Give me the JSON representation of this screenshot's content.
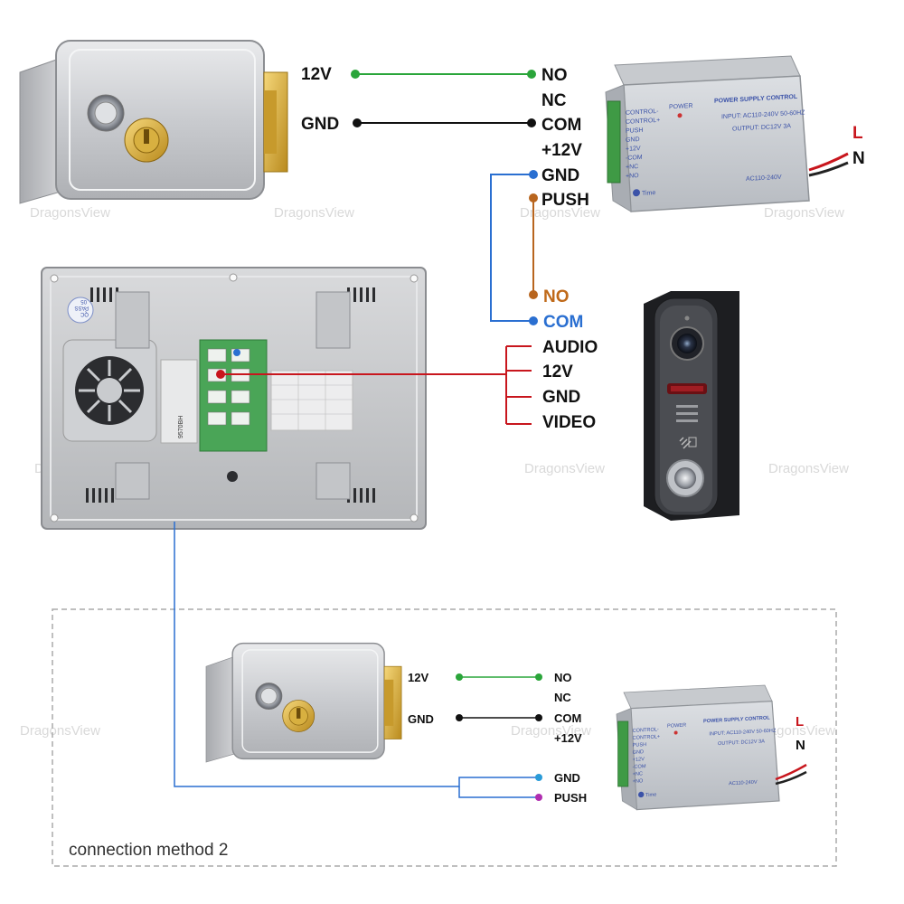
{
  "watermark": "DragonsView",
  "colors": {
    "green": "#2aa53a",
    "black": "#111111",
    "blue": "#2a6fd1",
    "orange": "#b8651e",
    "red": "#c8161d",
    "magenta": "#b02eb0"
  },
  "main": {
    "lock_terminals": [
      "12V",
      "GND"
    ],
    "psu_terminals": [
      "NO",
      "NC",
      "COM",
      "+12V",
      "GND",
      "PUSH"
    ],
    "doorbell_terminals": [
      "NO",
      "COM"
    ],
    "monitor_terminals": [
      "AUDIO",
      "12V",
      "GND",
      "VIDEO"
    ],
    "mains": [
      "L",
      "N"
    ]
  },
  "psu_label": {
    "title": "POWER SUPPLY CONTROL",
    "input": "INPUT: AC110-240V 50-60HZ",
    "output": "OUTPUT: DC12V 3A",
    "model": "AC110-240V",
    "power": "POWER",
    "time": "Time",
    "side": [
      "CONTROL-",
      "CONTROL+",
      "PUSH",
      "GND",
      "+12V",
      "-COM",
      "+NC",
      "+NO"
    ]
  },
  "monitor_label": {
    "stamp": [
      "QC",
      "PASS",
      "05"
    ],
    "model": "9570BH"
  },
  "method2": {
    "caption": "connection method 2",
    "lock_terminals": [
      "12V",
      "GND"
    ],
    "psu_terminals": [
      "NO",
      "NC",
      "COM",
      "+12V",
      "GND",
      "PUSH"
    ],
    "mains": [
      "L",
      "N"
    ]
  }
}
